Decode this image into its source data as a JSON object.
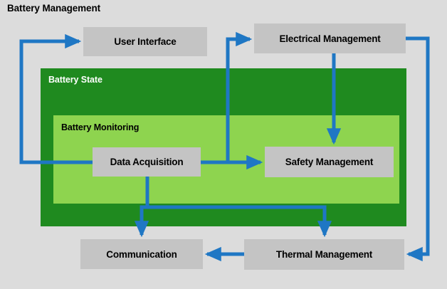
{
  "diagram": {
    "title": "Battery Management",
    "background_color": "#dcdcdc",
    "accent_color": "#1f77c4",
    "containers": [
      {
        "id": "battery-state",
        "label": "Battery State",
        "color": "#1f8a1f",
        "text_color": "#ffffff"
      },
      {
        "id": "battery-monitoring",
        "label": "Battery Monitoring",
        "color": "#8ed44f",
        "text_color": "#000000"
      }
    ],
    "nodes": [
      {
        "id": "user-interface",
        "label": "User Interface",
        "color": "#c4c4c4"
      },
      {
        "id": "electrical",
        "label": "Electrical Management",
        "color": "#c4c4c4"
      },
      {
        "id": "data-acquisition",
        "label": "Data Acquisition",
        "color": "#c4c4c4"
      },
      {
        "id": "safety",
        "label": "Safety Management",
        "color": "#c4c4c4"
      },
      {
        "id": "communication",
        "label": "Communication",
        "color": "#c4c4c4"
      },
      {
        "id": "thermal",
        "label": "Thermal Management",
        "color": "#c4c4c4"
      }
    ],
    "connections": [
      {
        "from": "data-acquisition",
        "to": "user-interface",
        "arrow": true
      },
      {
        "from": "data-acquisition",
        "to": "electrical",
        "arrow": true
      },
      {
        "from": "data-acquisition",
        "to": "safety",
        "arrow": true
      },
      {
        "from": "electrical",
        "to": "safety",
        "arrow": true
      },
      {
        "from": "data-acquisition",
        "to": "communication",
        "arrow": true
      },
      {
        "from": "data-acquisition",
        "to": "thermal",
        "arrow": true
      },
      {
        "from": "thermal",
        "to": "communication",
        "arrow": true
      },
      {
        "from": "electrical",
        "to": "thermal",
        "arrow": true
      }
    ]
  }
}
